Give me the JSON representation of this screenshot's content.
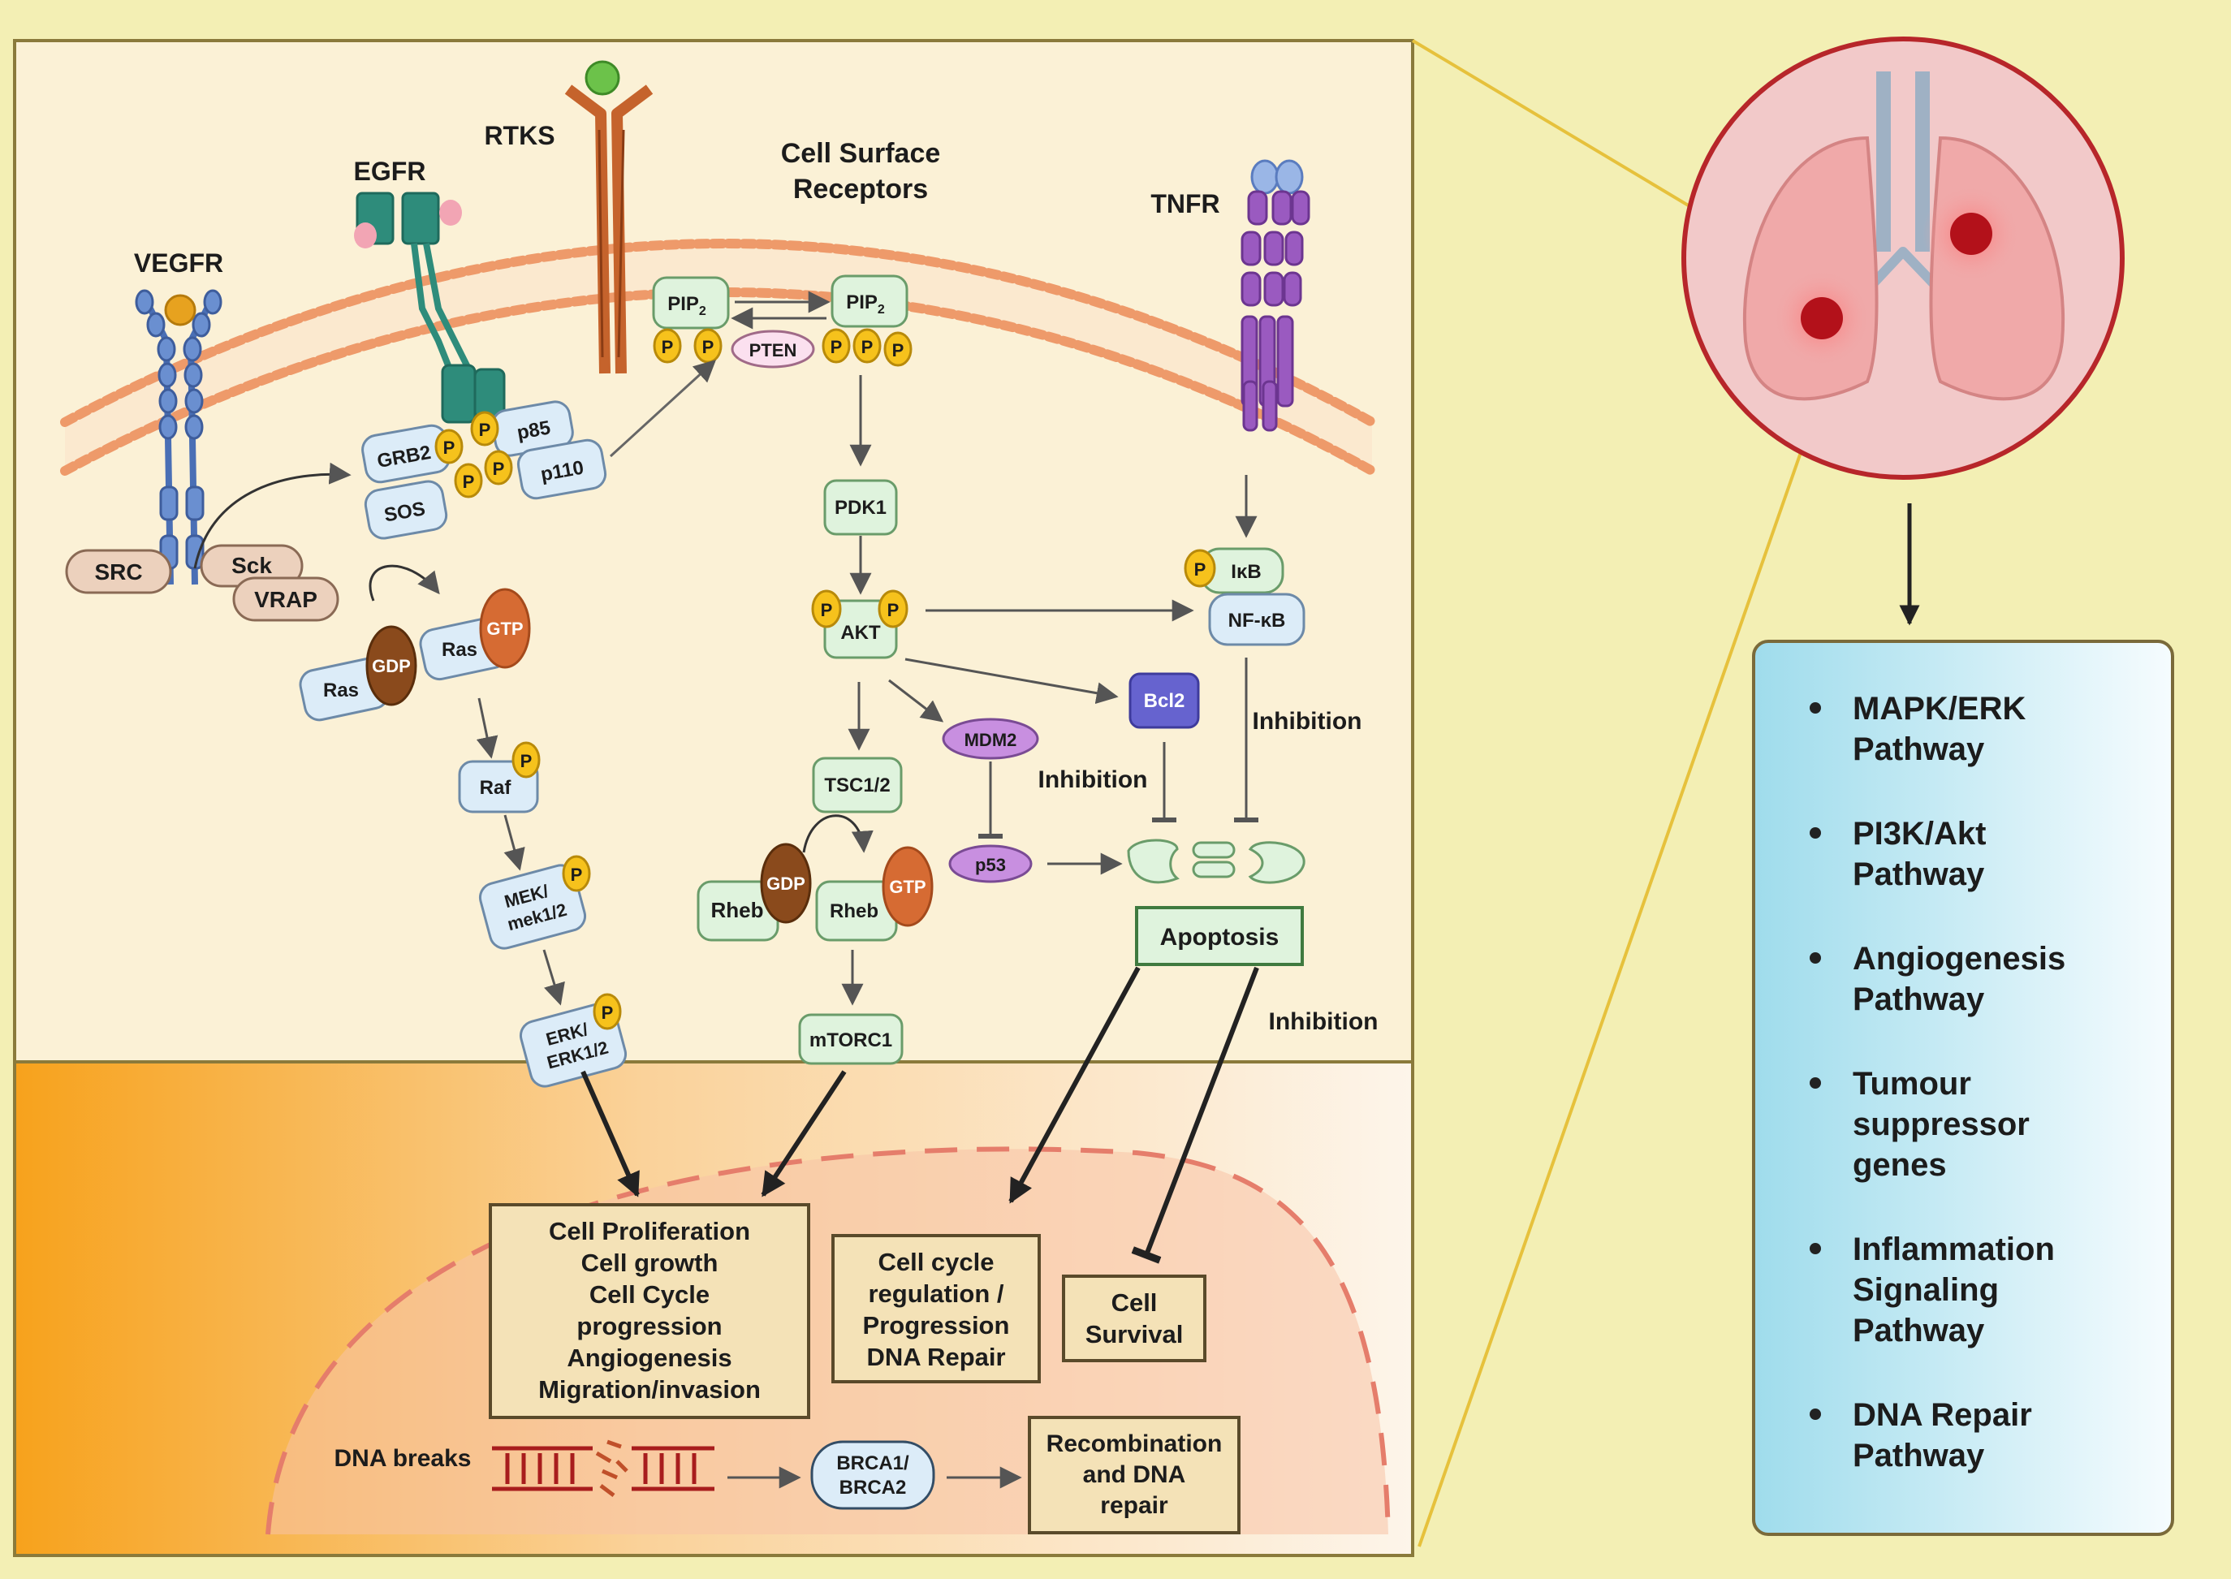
{
  "colors": {
    "background": "#f3efb4",
    "cytoplasm": "#fbf1d6",
    "blue_node": "#dcecf8",
    "green_node": "#dff3dd",
    "phosphate": "#f6c21c",
    "purple_node": "#c88fe0",
    "bcl2": "#6663cf",
    "outcome_box": "#f4e2b7",
    "gradient_orange": "#f7a21c",
    "panel_blue": "#9fdcec"
  },
  "receptors": {
    "vegfr": "VEGFR",
    "egfr": "EGFR",
    "rtks": "RTKS",
    "cell_surface_line1": "Cell Surface",
    "cell_surface_line2": "Receptors",
    "tnfr": "TNFR"
  },
  "nodes": {
    "src": "SRC",
    "sck": "Sck",
    "vrap": "VRAP",
    "grb2": "GRB2",
    "sos": "SOS",
    "p85": "p85",
    "p110": "p110",
    "p": "P",
    "pip2": "PIP",
    "pip2_sub": "2",
    "pten": "PTEN",
    "pdk1": "PDK1",
    "akt": "AKT",
    "ikb": "IκB",
    "nfkb": "NF-κB",
    "ras": "Ras",
    "gdp": "GDP",
    "gtp": "GTP",
    "raf": "Raf",
    "mek_line1": "MEK/",
    "mek_line2": "mek1/2",
    "erk_line1": "ERK/",
    "erk_line2": "ERK1/2",
    "mdm2": "MDM2",
    "bcl2": "Bcl2",
    "p53": "p53",
    "tsc": "TSC1/2",
    "rheb": "Rheb",
    "mtorc1": "mTORC1",
    "inhibition": "Inhibition"
  },
  "outcomes": {
    "apoptosis": "Apoptosis",
    "proliferation": [
      "Cell Proliferation",
      "Cell growth",
      "Cell Cycle",
      "progression",
      "Angiogenesis",
      "Migration/invasion"
    ],
    "cell_cycle": [
      "Cell cycle",
      "regulation /",
      "Progression",
      "DNA Repair"
    ],
    "survival": [
      "Cell",
      "Survival"
    ],
    "dna_breaks": "DNA breaks",
    "brca_line1": "BRCA1/",
    "brca_line2": "BRCA2",
    "recombination": [
      "Recombination",
      "and DNA",
      "repair"
    ]
  },
  "pathways": [
    [
      "MAPK/ERK",
      "Pathway"
    ],
    [
      "PI3K/Akt",
      "Pathway"
    ],
    [
      "Angiogenesis",
      "Pathway"
    ],
    [
      "Tumour",
      "suppressor",
      "genes"
    ],
    [
      "Inflammation",
      "Signaling",
      "Pathway"
    ],
    [
      "DNA Repair",
      "Pathway"
    ]
  ]
}
